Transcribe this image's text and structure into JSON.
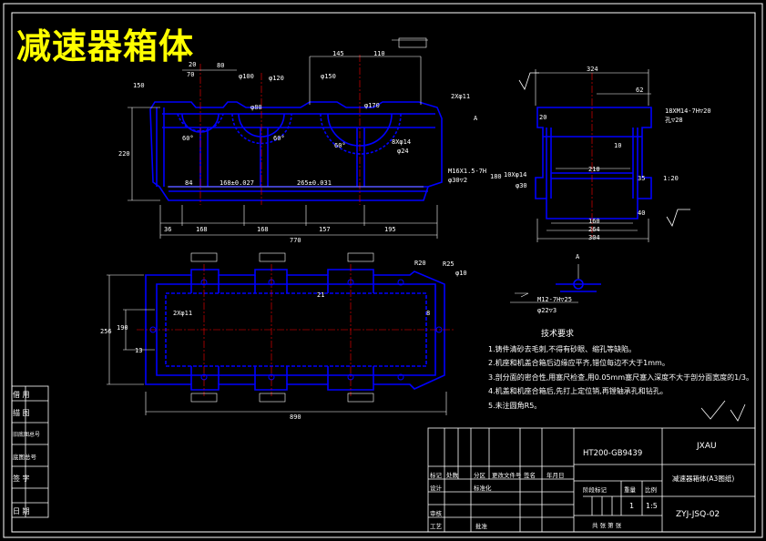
{
  "title": "减速器箱体",
  "colors": {
    "outline": "#ffffff",
    "drawing": "#0000ff",
    "title": "#ffff00",
    "center": "#ff0000",
    "background": "#000000"
  },
  "top_dims": {
    "d1": "20",
    "d2": "70",
    "d3": "80",
    "d4": "145",
    "d5": "110",
    "d6": "φ100",
    "d7": "φ120",
    "d8": "φ150",
    "d9": "φ170",
    "d10": "2Xφ11",
    "d11": "φ80"
  },
  "front_dims": {
    "h1": "220",
    "w1": "84",
    "w2": "168±0.027",
    "w3": "265±0.031",
    "b1": "36",
    "b2": "168",
    "b3": "168",
    "b4": "157",
    "b5": "195",
    "total": "770",
    "m1": "M16X1.5-7H",
    "m2": "φ30▽2",
    "m3": "10Xφ14",
    "m4": "φ30",
    "m5": "8Xφ14",
    "m6": "φ24",
    "a1": "60°",
    "a2": "60°",
    "a3": "60°",
    "a4": "A",
    "hx": "150",
    "h2": "180"
  },
  "side_dims": {
    "w1": "324",
    "w2": "62",
    "w3": "210",
    "w4": "160",
    "w5": "264",
    "w6": "304",
    "t1": "18XM14-7H▽20",
    "t2": "孔▽28",
    "t3": "1:20",
    "t4": "10",
    "t5": "35",
    "t6": "40",
    "t7": "20"
  },
  "plan_dims": {
    "p1": "2Xφ11",
    "p2": "256",
    "p3": "190",
    "p4": "13",
    "p5": "890",
    "p6": "R20",
    "p7": "R25",
    "p8": "φ10",
    "p9": "8",
    "p10": "21"
  },
  "detail": {
    "a": "A",
    "thread": "M12-7H▽25",
    "drill": "φ22▽3"
  },
  "notes": {
    "title": "技术要求",
    "n1": "1.铸件清砂去毛刺,不得有砂眼、缩孔等缺陷。",
    "n2": "2.机座和机盖合箱后边缘应平齐,错位每边不大于1mm。",
    "n3": "3.剖分面的密合性,用塞尺检查,用0.05mm塞尺塞入深度不大于剖分面宽度的1/3。",
    "n4": "4.机盖和机座合箱后,先打上定位销,再镗轴承孔和钻孔。",
    "n5": "5.未注圆角R5。"
  },
  "side_labels": [
    "借 用",
    "描 图",
    "旧底图总号",
    "底图总号",
    "签 字",
    "日 期"
  ],
  "title_block": {
    "material": "HT200-GB9439",
    "school": "JXAU",
    "part_name": "减速器箱体(A3图纸)",
    "drawing_no": "ZYJ-JSQ-02",
    "stage": "阶段标记",
    "weight": "重量",
    "scale": "比例",
    "qty": "1",
    "ratio": "1:5",
    "sheets": "共 张 第 张",
    "h1": "标记",
    "h2": "处数",
    "h3": "分区",
    "h4": "更改文件号",
    "h5": "签名",
    "h6": "年月日",
    "r1": "设计",
    "r2": "标准化",
    "r3": "审核",
    "r4": "工艺",
    "r5": "批准"
  }
}
